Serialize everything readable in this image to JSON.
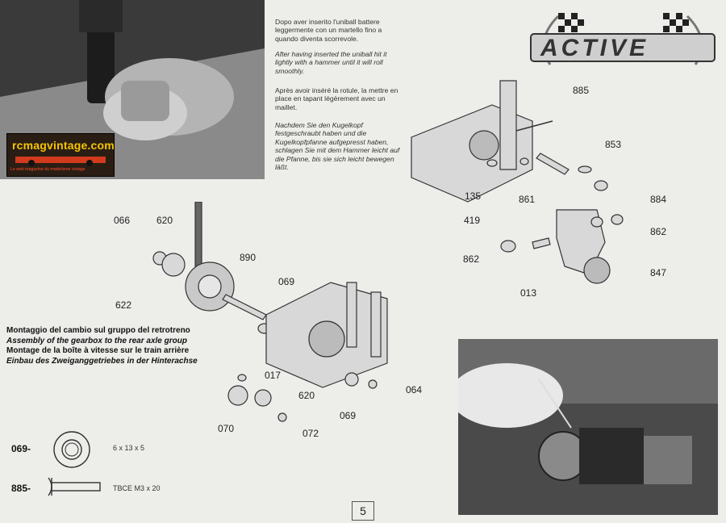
{
  "brand": {
    "logo_text": "ACTIVE"
  },
  "watermark": {
    "title": "rcmagvintage.com",
    "subtitle": "Le web magazine du modelisme vintage"
  },
  "instructions": {
    "it": "Dopo aver inserito l'uniball battere leggermente con un martello fino a quando diventa scorrevole.",
    "en": "After having inserted the uniball hit it lightly with a hammer until it will roll smoothly.",
    "fr": "Après avoir inséré la rotule, la mettre en place en tapant légèrement avec un maillet.",
    "de": "Nachdem Sie den Kugelkopf festgeschraubt haben und die Kugelkopfpfanne aufgepresst haben, schlagen Sie mit dem Hammer leicht auf die Pfanne, bis sie sich leicht bewegen läßt."
  },
  "assembly_caption": {
    "it": "Montaggio del cambio sul gruppo del retrotreno",
    "en": "Assembly of the gearbox to the rear axle group",
    "fr": "Montage de la boîte à vitesse sur le train arrière",
    "de": "Einbau des Zweiganggetriebes in der Hinterachse"
  },
  "parts_top": [
    "885",
    "853",
    "135",
    "419",
    "861",
    "884",
    "862",
    "862",
    "013",
    "847"
  ],
  "parts_left": [
    "066",
    "620",
    "890",
    "622",
    "069",
    "017",
    "064",
    "620",
    "070",
    "069",
    "072"
  ],
  "legend": [
    {
      "number": "069-",
      "spec": "6 x 13 x 5"
    },
    {
      "number": "885-",
      "spec": "TBCE M3 x 20"
    }
  ],
  "page_number": "5"
}
